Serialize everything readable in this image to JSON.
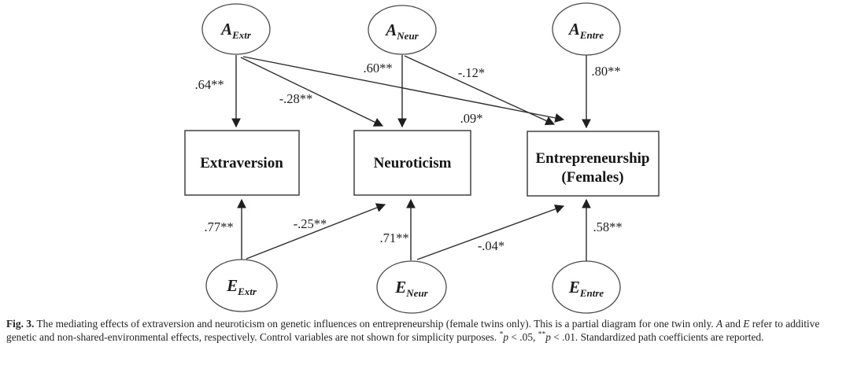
{
  "diagram": {
    "nodes": [
      {
        "name": "A-Extr",
        "main": "A",
        "sub": "Extr"
      },
      {
        "name": "A-Neur",
        "main": "A",
        "sub": "Neur"
      },
      {
        "name": "A-Entre",
        "main": "A",
        "sub": "Entre"
      },
      {
        "name": "E-Extr",
        "main": "E",
        "sub": "Extr"
      },
      {
        "name": "E-Neur",
        "main": "E",
        "sub": "Neur"
      },
      {
        "name": "E-Entre",
        "main": "E",
        "sub": "Entre"
      }
    ],
    "boxes": [
      {
        "label": "Extraversion"
      },
      {
        "label": "Neuroticism"
      },
      {
        "line1": "Entrepreneurship",
        "line2": "(Females)"
      }
    ],
    "coefficients": {
      "a_extr_extraversion": ".64**",
      "a_extr_neuroticism": "-.28**",
      "a_extr_entrepreneurship": ".09*",
      "a_neur_neuroticism": ".60**",
      "a_neur_entrepreneurship": "-.12*",
      "a_entre_entrepreneurship": ".80**",
      "e_extr_extraversion": ".77**",
      "e_extr_neuroticism": "-.25**",
      "e_neur_neuroticism": ".71**",
      "e_neur_entrepreneurship": "-.04*",
      "e_entre_entrepreneurship": ".58**"
    },
    "colors": {
      "line": "#2b2b2b",
      "text": "#1c1c1c",
      "background": "#ffffff"
    }
  },
  "caption": {
    "fig_label": "Fig. 3.",
    "part1": " The mediating effects of extraversion and neuroticism on genetic influences on entrepreneurship (female twins only). This is a partial diagram for one twin only. ",
    "italic_a": "A",
    "part2": " and ",
    "italic_e": "E",
    "part3": " refer to additive genetic and non-shared-environmental effects, respectively. Control variables are not shown for simplicity purposes. ",
    "sig1_stars": "*",
    "sig1_p": "p",
    "sig1_val": " < .05, ",
    "sig2_stars": "**",
    "sig2_p": "p",
    "sig2_val": " < .01. ",
    "part4": "Standardized path coefficients are reported."
  }
}
